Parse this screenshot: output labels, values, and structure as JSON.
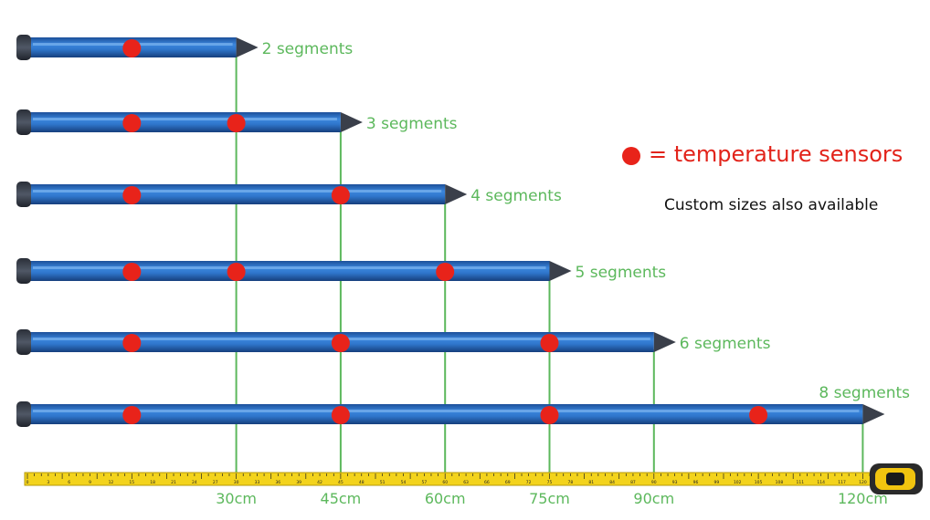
{
  "probes": [
    {
      "label": "2 segments",
      "length_cm": 30,
      "sensors_cm": [
        15
      ]
    },
    {
      "label": "3 segments",
      "length_cm": 45,
      "sensors_cm": [
        15,
        30
      ]
    },
    {
      "label": "4 segments",
      "length_cm": 60,
      "sensors_cm": [
        15,
        45
      ]
    },
    {
      "label": "5 segments",
      "length_cm": 75,
      "sensors_cm": [
        15,
        30,
        60
      ]
    },
    {
      "label": "6 segments",
      "length_cm": 90,
      "sensors_cm": [
        15,
        45,
        75
      ]
    },
    {
      "label": "8 segments",
      "length_cm": 120,
      "sensors_cm": [
        15,
        45,
        75,
        105
      ]
    }
  ],
  "ruler_labels": [
    {
      "cm": 30,
      "text": "30cm"
    },
    {
      "cm": 45,
      "text": "45cm"
    },
    {
      "cm": 60,
      "text": "60cm"
    },
    {
      "cm": 75,
      "text": "75cm"
    },
    {
      "cm": 90,
      "text": "90cm"
    },
    {
      "cm": 120,
      "text": "120cm"
    }
  ],
  "legend": {
    "text": "= temperature sensors",
    "dot_color": "#e8231a"
  },
  "note": "Custom sizes also available",
  "colors": {
    "probe_blue": "#2f76cc",
    "probe_dark": "#1b4f96",
    "tip": "#3a3f4a",
    "sensor": "#e8231a",
    "guide_green": "#5cb85c",
    "label_green": "#5cb85c",
    "tape_yellow": "#f3d31c"
  },
  "icons": {
    "tape_measure": "tape-measure-icon"
  }
}
